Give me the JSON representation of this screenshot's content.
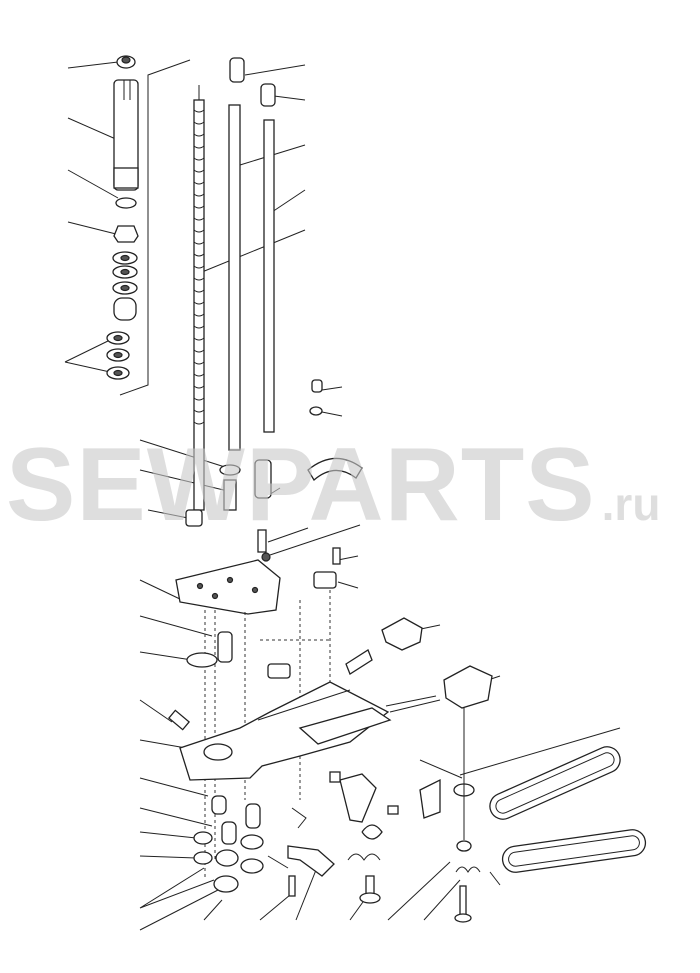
{
  "watermark": {
    "main": "SEWPARTS",
    "suffix": ".ru",
    "color": "#c8c8c8"
  },
  "diagram": {
    "type": "exploded-parts-diagram",
    "line_color": "#222222"
  }
}
